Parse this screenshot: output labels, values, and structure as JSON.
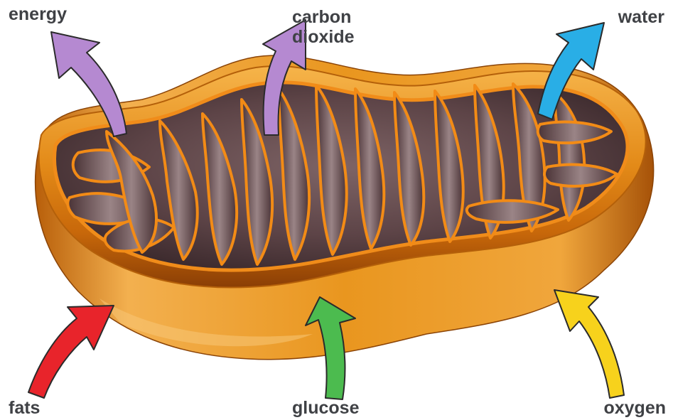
{
  "labels": {
    "energy": "energy",
    "carbon_dioxide_line1": "carbon",
    "carbon_dioxide_line2": "dioxide",
    "water": "water",
    "fats": "fats",
    "glucose": "glucose",
    "oxygen": "oxygen"
  },
  "colors": {
    "outputs": "#b589d1",
    "water": "#29aee6",
    "fats": "#e8242b",
    "glucose": "#4cbb4f",
    "oxygen": "#f7d21c",
    "membrane": "#e78c1b",
    "matrix": "#5a4244"
  }
}
